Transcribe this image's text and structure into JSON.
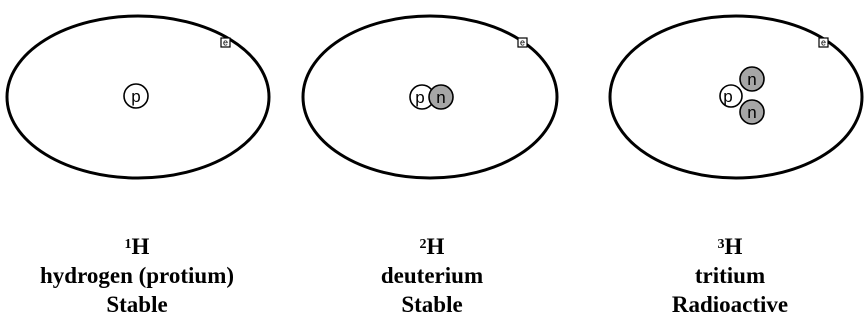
{
  "isotopes": [
    {
      "mass_number": "1",
      "symbol": "H",
      "name": "hydrogen (protium)",
      "stability": "Stable",
      "proton_label": "p",
      "neutron_label": "",
      "electron_label": "e"
    },
    {
      "mass_number": "2",
      "symbol": "H",
      "name": "deuterium",
      "stability": "Stable",
      "proton_label": "p",
      "neutron_label": "n",
      "electron_label": "e"
    },
    {
      "mass_number": "3",
      "symbol": "H",
      "name": "tritium",
      "stability": "Radioactive",
      "proton_label": "p",
      "neutron_label": "n",
      "electron_label": "e"
    }
  ],
  "colors": {
    "orbit": "#000000",
    "proton_fill": "#ffffff",
    "neutron_fill": "#a6a6a6",
    "background": "#ffffff"
  }
}
